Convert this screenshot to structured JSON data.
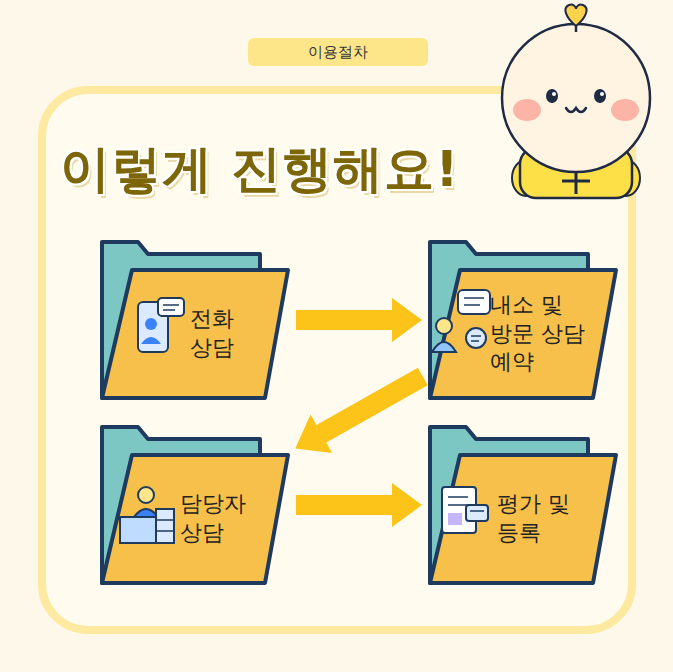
{
  "diagram": {
    "title": "이렇게 진행해요!",
    "nodes": [
      {
        "text": [
          "이용절차"
        ]
      },
      {
        "text": [
          "전화 상담"
        ]
      },
      {
        "text": [
          "내소 및 방문 상담 예약"
        ]
      },
      {
        "text": [
          "담당자 상담"
        ]
      },
      {
        "text": [
          "평가 및 등록"
        ]
      }
    ],
    "edges": [
      {
        "from": 1,
        "to": 2,
        "arrow": "to"
      },
      {
        "from": 2,
        "to": 3,
        "arrow": "to"
      },
      {
        "from": 3,
        "to": 4,
        "arrow": "to"
      }
    ]
  }
}
